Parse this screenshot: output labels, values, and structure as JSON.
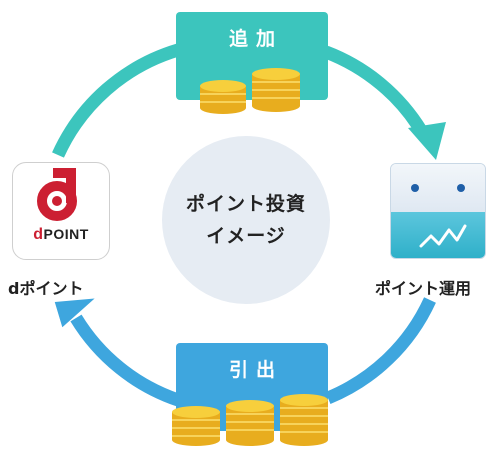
{
  "center": {
    "line1": "ポイント投資",
    "line2": "イメージ"
  },
  "add_box": {
    "label": "追加"
  },
  "withdraw_box": {
    "label": "引出"
  },
  "dpoint": {
    "logo_text_prefix": "d",
    "logo_text": "POINT",
    "label": "dポイント"
  },
  "invest": {
    "label": "ポイント運用"
  },
  "colors": {
    "arrow_teal": "#3cc5bd",
    "arrow_blue": "#3ea6de",
    "coin": "#f5c433",
    "dpoint_red": "#cc1f32"
  },
  "icons": [
    "cycle-arrow-icon",
    "coin-stack-icon",
    "dpoint-logo-icon",
    "stock-chart-icon"
  ]
}
